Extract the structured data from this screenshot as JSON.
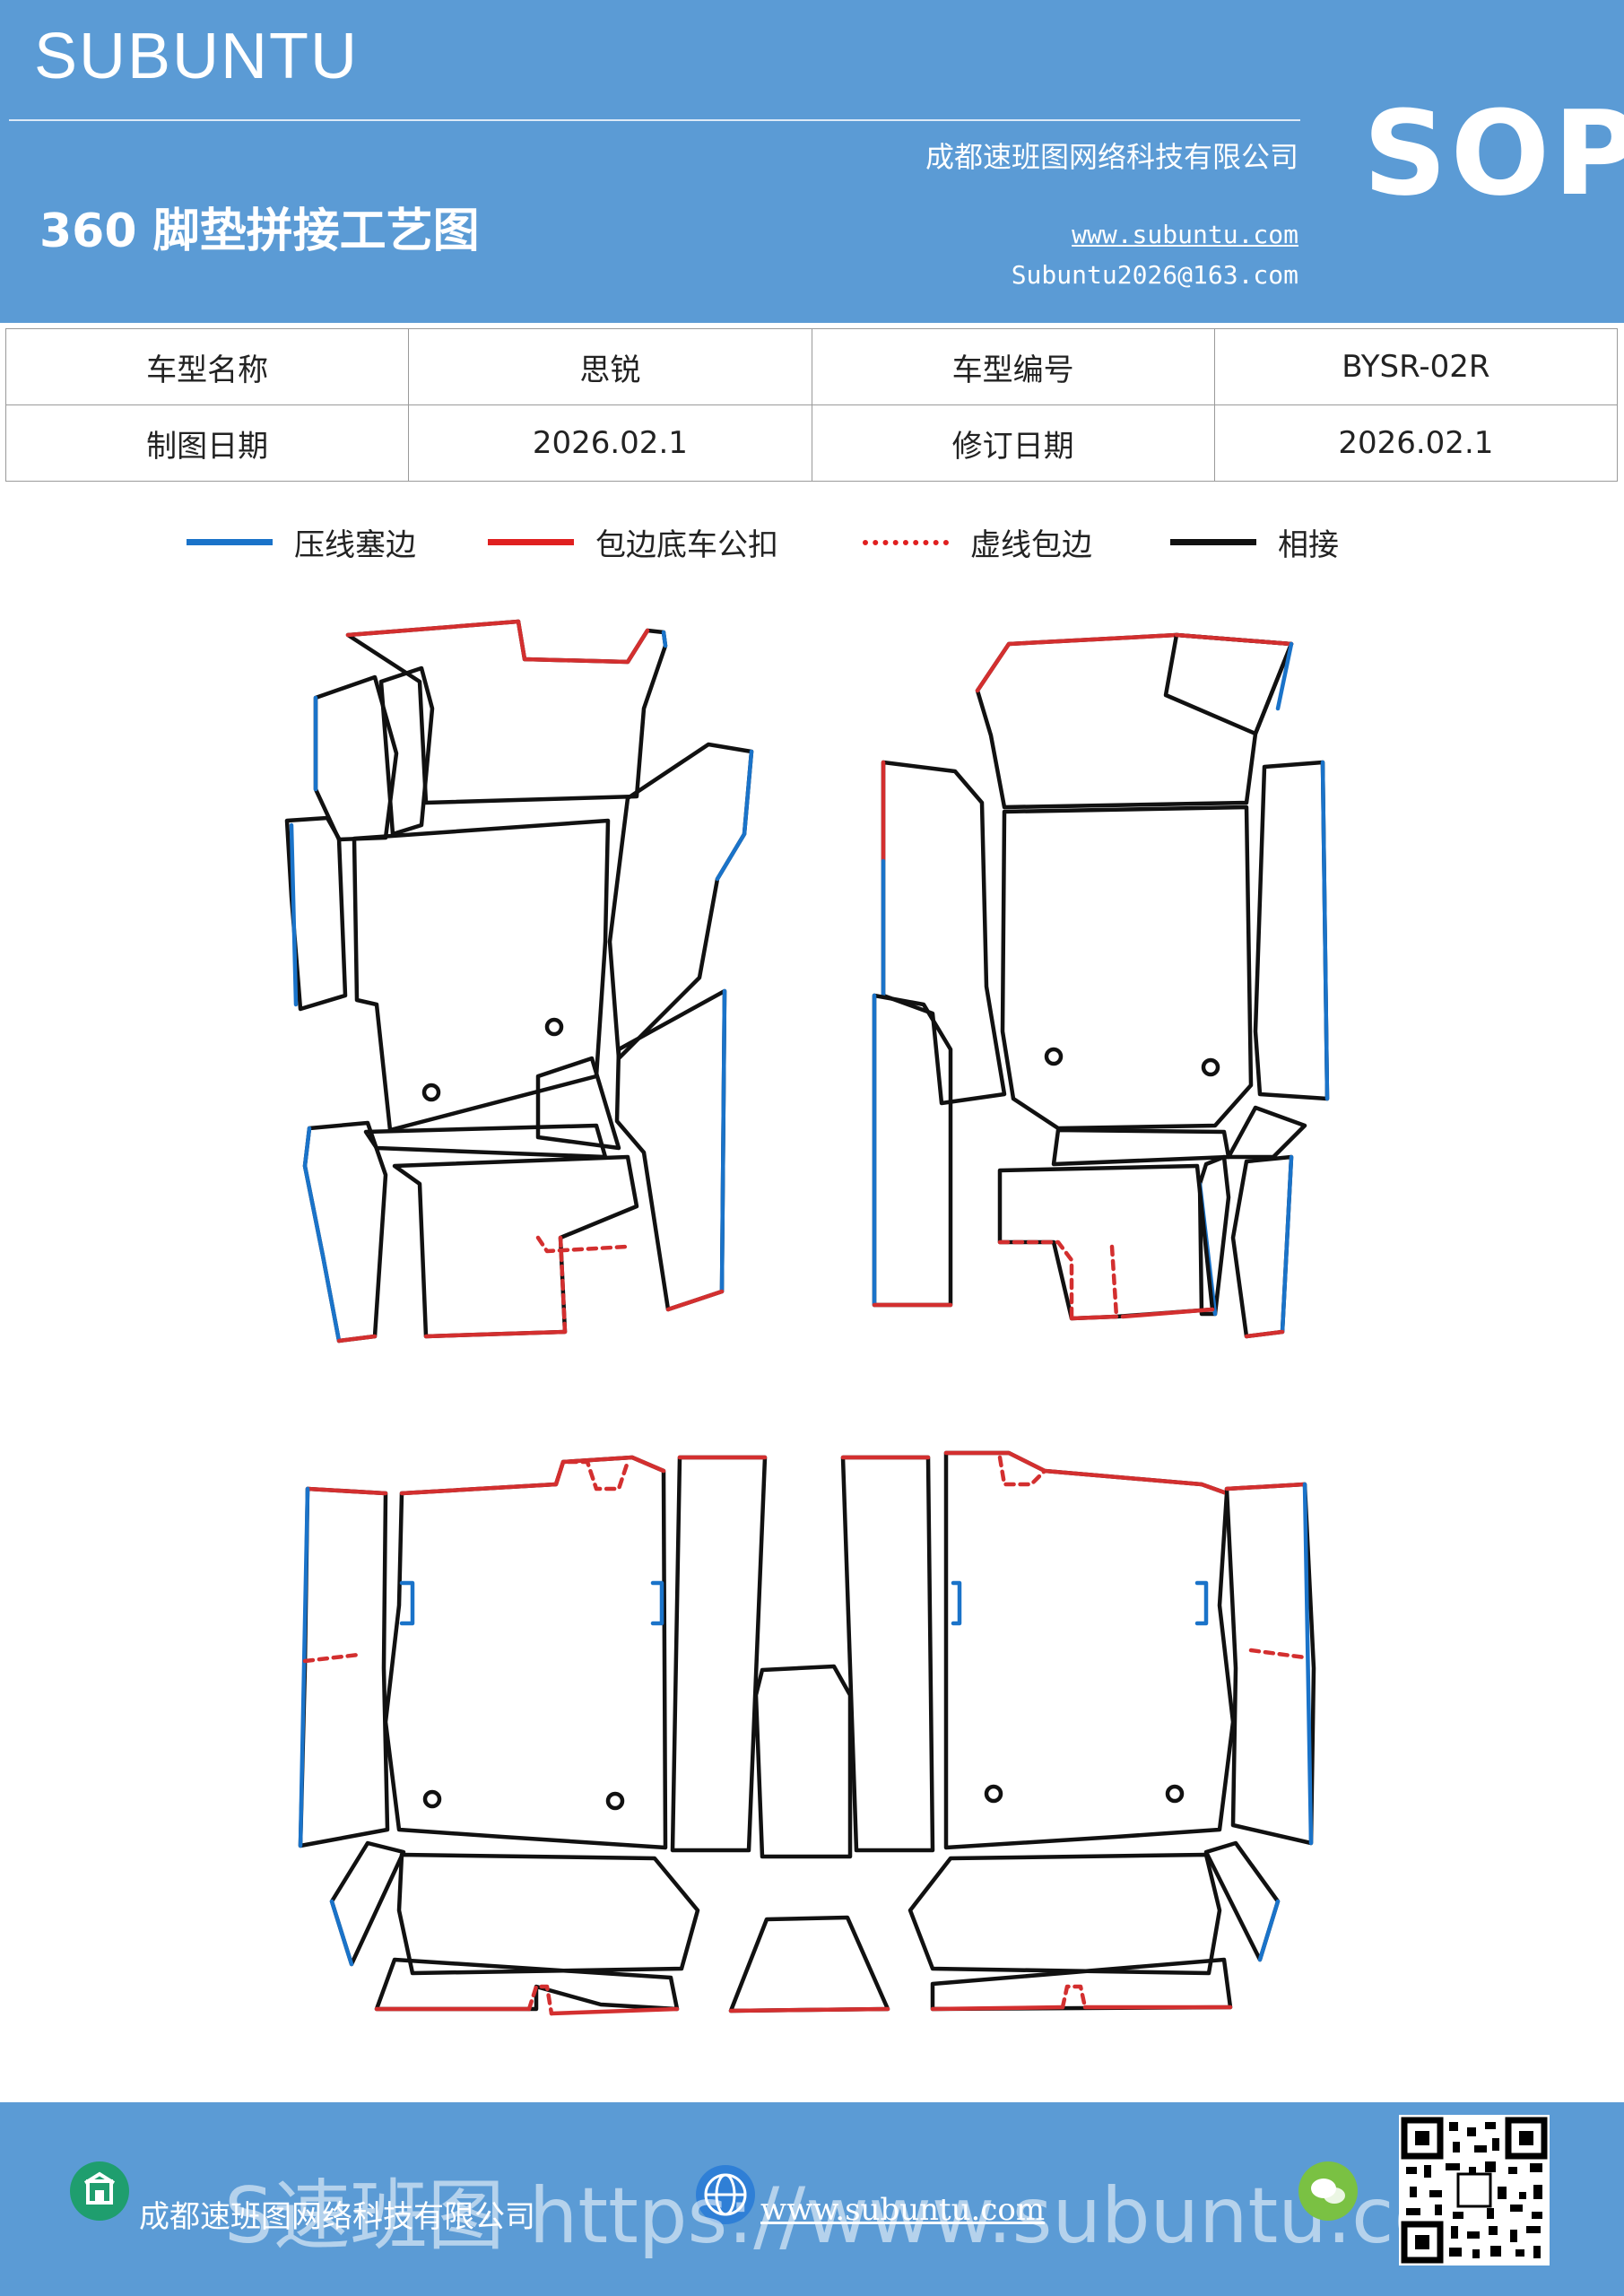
{
  "header": {
    "brand": "SUBUNTU",
    "title": "360 脚垫拼接工艺图",
    "company": "成都速班图网络科技有限公司",
    "website": "www.subuntu.com",
    "email": "Subuntu2026@163.com",
    "badge": "SOP"
  },
  "info_table": {
    "rows": [
      {
        "label1": "车型名称",
        "value1": "思锐",
        "label2": "车型编号",
        "value2": "BYSR-02R"
      },
      {
        "label1": "制图日期",
        "value1": "2026.02.1",
        "label2": "修订日期",
        "value2": "2026.02.1"
      }
    ]
  },
  "legend": [
    {
      "label": "压线塞边",
      "color": "#1a73c9",
      "style": "solid"
    },
    {
      "label": "包边底车公扣",
      "color": "#e02020",
      "style": "solid"
    },
    {
      "label": "虚线包边",
      "color": "#e02020",
      "style": "dashed"
    },
    {
      "label": "相接",
      "color": "#111111",
      "style": "solid"
    }
  ],
  "colors": {
    "header_bg": "#5b9bd5",
    "blue": "#1a73c9",
    "red": "#d32f2f",
    "black": "#111111"
  },
  "footer": {
    "company": "成都速班图网络科技有限公司",
    "website": "www.subuntu.com",
    "watermark": "S速班图 https://www.subuntu.com",
    "icons": [
      "building-icon",
      "globe-icon",
      "wechat-icon"
    ]
  }
}
